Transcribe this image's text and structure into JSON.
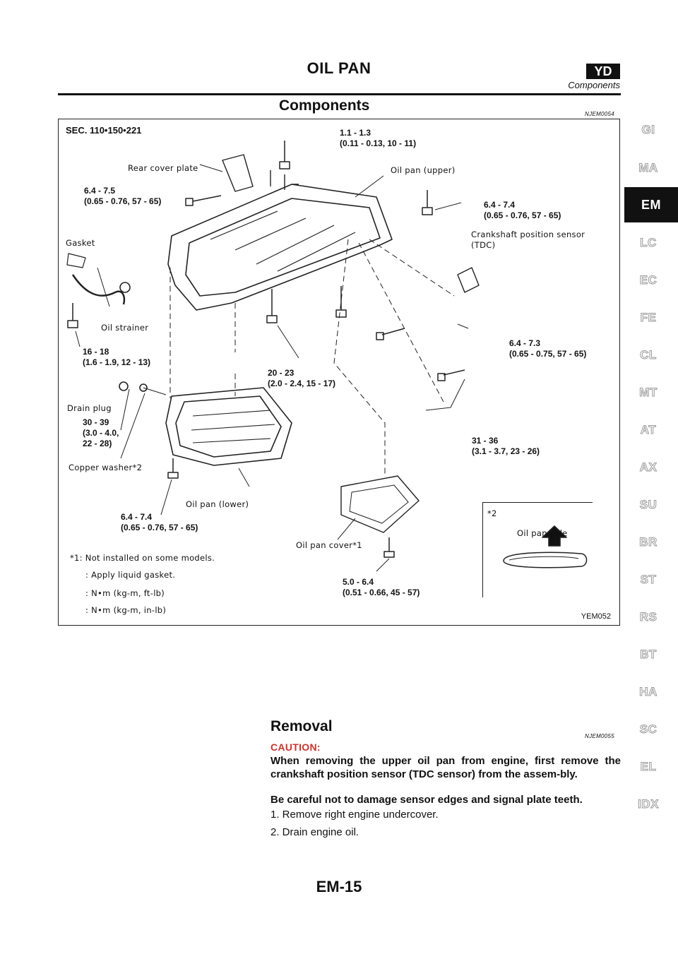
{
  "header": {
    "title": "OIL PAN",
    "badge": "YD",
    "subtitle": "Components"
  },
  "components": {
    "title": "Components",
    "id": "NJEM0054"
  },
  "figure": {
    "sec": "SEC. 110•150•221",
    "fig_id": "YEM052",
    "labels": {
      "rear_cover_plate": "Rear cover plate",
      "oil_pan_upper": "Oil pan (upper)",
      "crankshaft_sensor": "Crankshaft position sensor\n(TDC)",
      "gasket": "Gasket",
      "oil_strainer": "Oil strainer",
      "drain_plug": "Drain plug",
      "copper_washer": "Copper washer*2",
      "oil_pan_lower": "Oil pan (lower)",
      "oil_pan_cover": "Oil pan cover*1",
      "inset_title": "*2",
      "inset_caption": "Oil pan side"
    },
    "torques": {
      "t1": "1.1 - 1.3\n(0.11 - 0.13, 10 - 11)",
      "t2": "6.4 - 7.5\n(0.65 - 0.76, 57 - 65)",
      "t3": "6.4 - 7.4\n(0.65 - 0.76, 57 - 65)",
      "t4": "6.4 - 7.3\n(0.65 - 0.75, 57 - 65)",
      "t5": "16 - 18\n(1.6 - 1.9, 12 - 13)",
      "t6": "20 - 23\n(2.0 - 2.4, 15 - 17)",
      "t7": "30 - 39\n(3.0 - 4.0,\n22 - 28)",
      "t8": "31 - 36\n(3.1 - 3.7, 23 - 26)",
      "t9": "6.4 - 7.4\n(0.65 - 0.76, 57 - 65)",
      "t10": "5.0 - 6.4\n(0.51 - 0.66, 45 - 57)"
    },
    "legend": {
      "note": "*1: Not installed on some models.",
      "gasket": ": Apply liquid gasket.",
      "nm_ftlb": ": N•m (kg-m, ft-lb)",
      "nm_inlb": ": N•m (kg-m, in-lb)"
    }
  },
  "sidebar": {
    "tabs": [
      "GI",
      "MA",
      "EM",
      "LC",
      "EC",
      "FE",
      "CL",
      "MT",
      "AT",
      "AX",
      "SU",
      "BR",
      "ST",
      "RS",
      "BT",
      "HA",
      "SC",
      "EL",
      "IDX"
    ],
    "active": "EM"
  },
  "removal": {
    "title": "Removal",
    "id": "NJEM0055",
    "caution_label": "CAUTION:",
    "caution_1": "When removing the upper oil pan from engine, first remove the crankshaft position sensor (TDC sensor) from the assem-bly.",
    "caution_2": "Be careful not to damage sensor edges and signal plate teeth.",
    "step_1": "1. Remove right engine undercover.",
    "step_2": "2. Drain engine oil."
  },
  "footer": {
    "page": "EM-15"
  }
}
